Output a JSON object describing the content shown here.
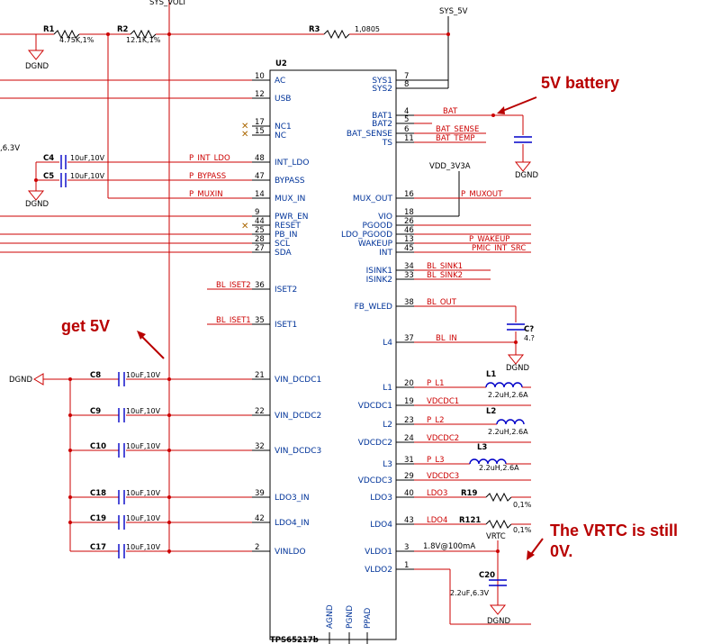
{
  "chip": {
    "ref": "U2",
    "part": "TPS65217b",
    "left_pins": [
      {
        "num": "10",
        "name": "AC"
      },
      {
        "num": "12",
        "name": "USB"
      },
      {
        "num": "17",
        "name": "NC1"
      },
      {
        "num": "15",
        "name": "NC"
      },
      {
        "num": "48",
        "name": "INT_LDO"
      },
      {
        "num": "47",
        "name": "BYPASS"
      },
      {
        "num": "14",
        "name": "MUX_IN"
      },
      {
        "num": "9",
        "name": "PWR_EN"
      },
      {
        "num": "44",
        "name": "RESET"
      },
      {
        "num": "25",
        "name": "PB_IN"
      },
      {
        "num": "28",
        "name": "SCL"
      },
      {
        "num": "27",
        "name": "SDA"
      },
      {
        "num": "36",
        "name": "ISET2"
      },
      {
        "num": "35",
        "name": "ISET1"
      },
      {
        "num": "21",
        "name": "VIN_DCDC1"
      },
      {
        "num": "22",
        "name": "VIN_DCDC2"
      },
      {
        "num": "32",
        "name": "VIN_DCDC3"
      },
      {
        "num": "39",
        "name": "LDO3_IN"
      },
      {
        "num": "42",
        "name": "LDO4_IN"
      },
      {
        "num": "2",
        "name": "VINLDO"
      }
    ],
    "right_pins": [
      {
        "num": "7",
        "name": "SYS1"
      },
      {
        "num": "8",
        "name": "SYS2"
      },
      {
        "num": "4",
        "name": "BAT1"
      },
      {
        "num": "5",
        "name": "BAT2"
      },
      {
        "num": "6",
        "name": "BAT_SENSE"
      },
      {
        "num": "11",
        "name": "TS"
      },
      {
        "num": "16",
        "name": "MUX_OUT"
      },
      {
        "num": "18",
        "name": "VIO"
      },
      {
        "num": "26",
        "name": "PGOOD"
      },
      {
        "num": "46",
        "name": "LDO_PGOOD"
      },
      {
        "num": "13",
        "name": "WAKEUP"
      },
      {
        "num": "45",
        "name": "INT"
      },
      {
        "num": "34",
        "name": "ISINK1"
      },
      {
        "num": "33",
        "name": "ISINK2"
      },
      {
        "num": "38",
        "name": "FB_WLED"
      },
      {
        "num": "37",
        "name": "L4"
      },
      {
        "num": "20",
        "name": "L1"
      },
      {
        "num": "19",
        "name": "VDCDC1"
      },
      {
        "num": "23",
        "name": "L2"
      },
      {
        "num": "24",
        "name": "VDCDC2"
      },
      {
        "num": "31",
        "name": "L3"
      },
      {
        "num": "29",
        "name": "VDCDC3"
      },
      {
        "num": "40",
        "name": "LDO3"
      },
      {
        "num": "43",
        "name": "LDO4"
      },
      {
        "num": "3",
        "name": "VLDO1"
      },
      {
        "num": "1",
        "name": "VLDO2"
      }
    ],
    "bottom_pins": [
      "AGND",
      "PGND",
      "PPAD"
    ]
  },
  "nets": {
    "sys_volt": "SYS_VOLT",
    "sys_5v": "SYS_5V",
    "vdd_3v3a": "VDD_3V3A",
    "dgnd": "DGND",
    "vrtc": "VRTC",
    "p_int_ldo": "P_INT_LDO",
    "p_bypass": "P_BYPASS",
    "p_muxin": "P_MUXIN",
    "bat": "BAT",
    "bat_sense": "BAT_SENSE",
    "bat_temp": "BAT_TEMP",
    "p_muxout": "P_MUXOUT",
    "p_wakeup": "P_WAKEUP",
    "pmic_int_src": "PMIC_INT_SRC",
    "bl_sink1": "BL_SINK1",
    "bl_sink2": "BL_SINK2",
    "bl_out": "BL_OUT",
    "bl_in": "BL_IN",
    "bl_iset2": "BL_ISET2",
    "bl_iset1": "BL_ISET1",
    "p_l1": "P_L1",
    "vdcdc1": "VDCDC1",
    "p_l2": "P_L2",
    "vdcdc2": "VDCDC2",
    "p_l3": "P_L3",
    "vdcdc3": "VDCDC3",
    "ldo3": "LDO3",
    "ldo4": "LDO4",
    "vldo1_rating": "1.8V@100mA"
  },
  "components": {
    "r1": {
      "ref": "R1",
      "value": "4.75K,1%"
    },
    "r2": {
      "ref": "R2",
      "value": "12.1K,1%"
    },
    "r3": {
      "ref": "R3",
      "value": "1,0805"
    },
    "c4": {
      "ref": "C4",
      "value": "10uF,10V"
    },
    "c5": {
      "ref": "C5",
      "value": "10uF,10V"
    },
    "c8": {
      "ref": "C8",
      "value": "10uF,10V"
    },
    "c9": {
      "ref": "C9",
      "value": "10uF,10V"
    },
    "c10": {
      "ref": "C10",
      "value": "10uF,10V"
    },
    "c18": {
      "ref": "C18",
      "value": "10uF,10V"
    },
    "c19": {
      "ref": "C19",
      "value": "10uF,10V"
    },
    "c17": {
      "ref": "C17",
      "value": "10uF,10V"
    },
    "c20": {
      "ref": "C20",
      "value": "2.2uF,6.3V"
    },
    "l1": {
      "ref": "L1",
      "value": "2.2uH,2.6A"
    },
    "l2": {
      "ref": "L2",
      "value": "2.2uH,2.6A"
    },
    "l3": {
      "ref": "L3",
      "value": "2.2uH,2.6A"
    },
    "r19": {
      "ref": "R19",
      "value": "0,1%"
    },
    "r121": {
      "ref": "R121",
      "value": "0,1%"
    },
    "c_edge": {
      "ref": "C?",
      "value": "4.?"
    },
    "left_cut_value": ",6.3V"
  },
  "annotations": {
    "battery": "5V battery",
    "get5v": "get 5V",
    "vrtc_line1": "The VRTC is still",
    "vrtc_line2": "0V."
  },
  "colors": {
    "wire": "#cc0000",
    "pin_name": "#003399",
    "annotation": "#b80000",
    "capacitor": "#0000c8"
  }
}
